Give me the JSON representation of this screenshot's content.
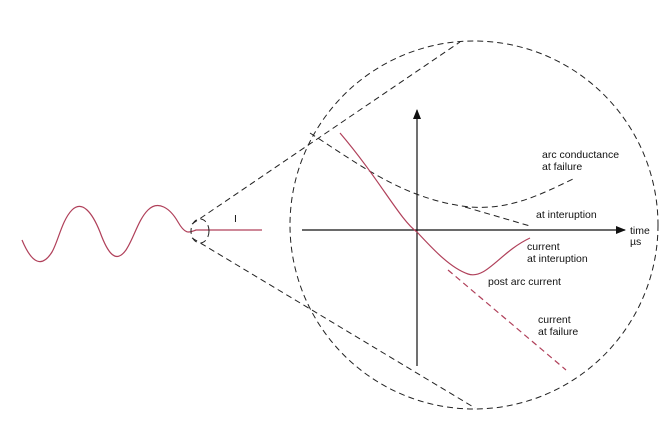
{
  "labels": {
    "time": "time",
    "time_unit": "µs",
    "arc_conductance_line1": "arc conductance",
    "arc_conductance_line2": "at failure",
    "at_interuption": "at interuption",
    "current_interuption_line1": "current",
    "current_interuption_line2": "at interuption",
    "post_arc_current": "post arc current",
    "current_failure_line1": "current",
    "current_failure_line2": "at failure",
    "current_symbol": "I"
  },
  "colors": {
    "current_curve": "#b0405a",
    "lines": "#111111"
  }
}
